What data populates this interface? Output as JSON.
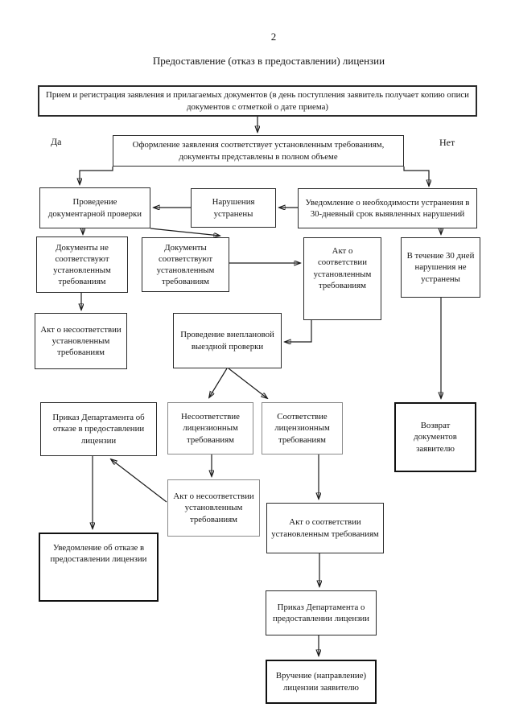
{
  "page": {
    "number": "2",
    "title": "Предоставление (отказ в предоставлении) лицензии"
  },
  "labels": {
    "yes": "Да",
    "no": "Нет"
  },
  "nodes": {
    "reception": {
      "text": "Прием и регистрация заявления и прилагаемых документов (в день поступления заявитель получает копию описи документов с отметкой о дате приема)"
    },
    "compliance_check": {
      "text": "Оформление заявления соответствует установленным требованиям, документы представлены в полном объеме"
    },
    "documentary_check": {
      "text": "Проведение документарной проверки"
    },
    "violations_fixed": {
      "text": "Нарушения устранены"
    },
    "notice_30days": {
      "text": "Уведомление о необходимости устранения в 30-дневный срок выявленных нарушений"
    },
    "docs_noncompliant": {
      "text": "Документы не соответствуют установленным требованиям"
    },
    "docs_compliant": {
      "text": "Документы соответствуют установленным требованиям"
    },
    "act_compliance_1": {
      "text": "Акт о соответствии установленным требованиям"
    },
    "not_fixed_30days": {
      "text": "В течение 30 дней нарушения не устранены"
    },
    "act_noncompliance_1": {
      "text": "Акт о несоответствии установленным требованиям"
    },
    "onsite_inspection": {
      "text": "Проведение внеплановой выездной проверки"
    },
    "order_refusal": {
      "text": "Приказ Департамента об отказе в предоставлении лицензии"
    },
    "license_noncompliance": {
      "text": "Несоответствие лицензионным требованиям"
    },
    "license_compliance": {
      "text": "Соответствие лицензионным требованиям"
    },
    "return_docs": {
      "text": "Возврат документов заявителю"
    },
    "act_noncompliance_2": {
      "text": "Акт о несоответствии установленным требованиям"
    },
    "act_compliance_2": {
      "text": "Акт о соответствии установленным требованиям"
    },
    "refusal_notice": {
      "text": "Уведомление об отказе в предоставлении лицензии"
    },
    "order_grant": {
      "text": "Приказ Департамента о предоставлении лицензии"
    },
    "license_delivery": {
      "text": "Вручение (направление) лицензии заявителю"
    }
  }
}
